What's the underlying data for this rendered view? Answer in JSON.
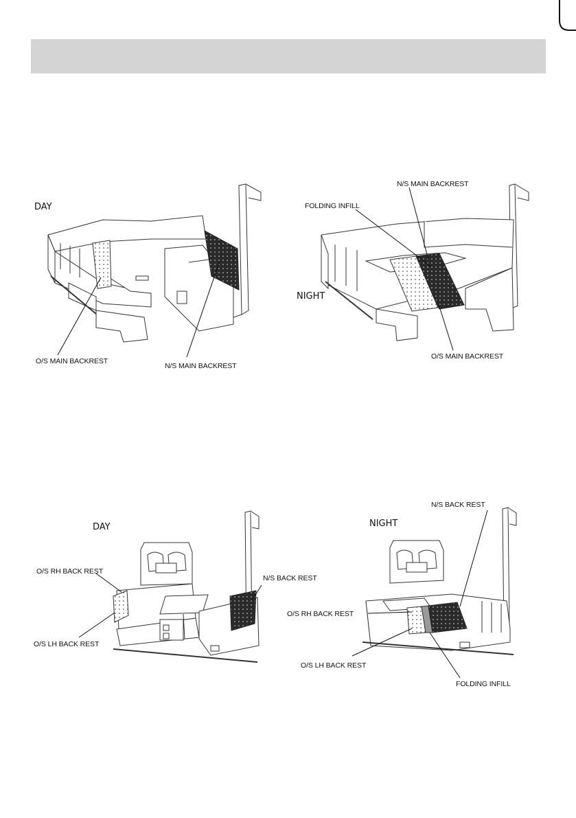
{
  "header": {
    "title": ""
  },
  "figures": {
    "dining_day": {
      "mode": "DAY",
      "labels": {
        "os_main": "O/S MAIN BACKREST",
        "ns_main": "N/S MAIN BACKREST"
      }
    },
    "dining_night": {
      "mode": "NIGHT",
      "labels": {
        "ns_main": "N/S MAIN BACKREST",
        "folding": "FOLDING INFILL",
        "os_main": "O/S MAIN BACKREST"
      }
    },
    "lounge_day": {
      "mode": "DAY",
      "labels": {
        "os_rh": "O/S RH BACK REST",
        "os_lh": "O/S LH BACK REST",
        "ns": "N/S BACK REST"
      }
    },
    "lounge_night": {
      "mode": "NIGHT",
      "labels": {
        "ns": "N/S BACK REST",
        "os_rh": "O/S RH BACK REST",
        "os_lh": "O/S LH BACK REST",
        "folding": "FOLDING INFILL"
      }
    }
  }
}
